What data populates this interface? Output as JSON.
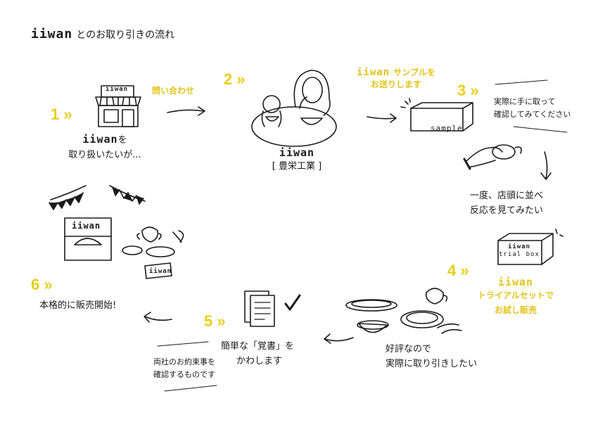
{
  "header": {
    "brand": "iiwan",
    "title": "とのお取り引きの流れ"
  },
  "steps": [
    {
      "number": "1 »",
      "brand": "iiwan",
      "line1": "を",
      "line2": "取り扱いたいが..."
    },
    {
      "number": "2 »",
      "brand": "iiwan",
      "company": "[ 豊栄工業 ]"
    },
    {
      "number": "3 »",
      "line1": "実際に手に取って",
      "line2": "確認してみてください",
      "note1": "一度、店頭に並べ",
      "note2": "反応を見てみたい"
    },
    {
      "number": "4 »",
      "brand": "iiwan",
      "line1": "トライアルセットで",
      "line2": "お試し販売",
      "note1": "好評なので",
      "note2": "実際に取り引きしたい"
    },
    {
      "number": "5 »",
      "line1": "簡単な「覚書」を",
      "line2": "かわします",
      "note1": "両社のお約束事を",
      "note2": "確認するものです"
    },
    {
      "number": "6 »",
      "line1": "本格的に販売開始!"
    }
  ],
  "transitions": {
    "inquiry": "問い合わせ",
    "sample_brand": "iiwan",
    "sample_line1": "サンプルを",
    "sample_line2": "お送りします"
  },
  "illustrations": {
    "shop_sign": "iiwan",
    "box_label": "sample",
    "trial_box_brand": "iiwan",
    "trial_box_label": "trial box",
    "display_sign": "iiwan",
    "display_card": "iiwan"
  },
  "colors": {
    "accent": "#e8cf1a",
    "ink": "#1a1a1a"
  }
}
